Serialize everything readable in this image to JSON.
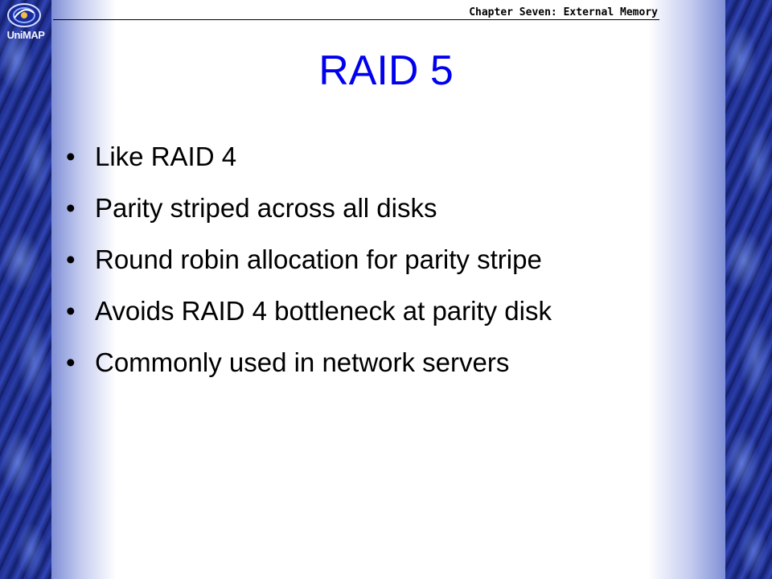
{
  "header": {
    "logo_text": "UniMAP",
    "chapter": "Chapter Seven: External Memory"
  },
  "slide": {
    "title": "RAID 5",
    "bullets": [
      "Like RAID 4",
      "Parity striped across all disks",
      "Round robin allocation for parity stripe",
      "Avoids RAID 4 bottleneck at parity disk",
      "Commonly used in network servers"
    ]
  },
  "colors": {
    "title": "#0000ee",
    "border_blue": "#1c2a8a"
  }
}
